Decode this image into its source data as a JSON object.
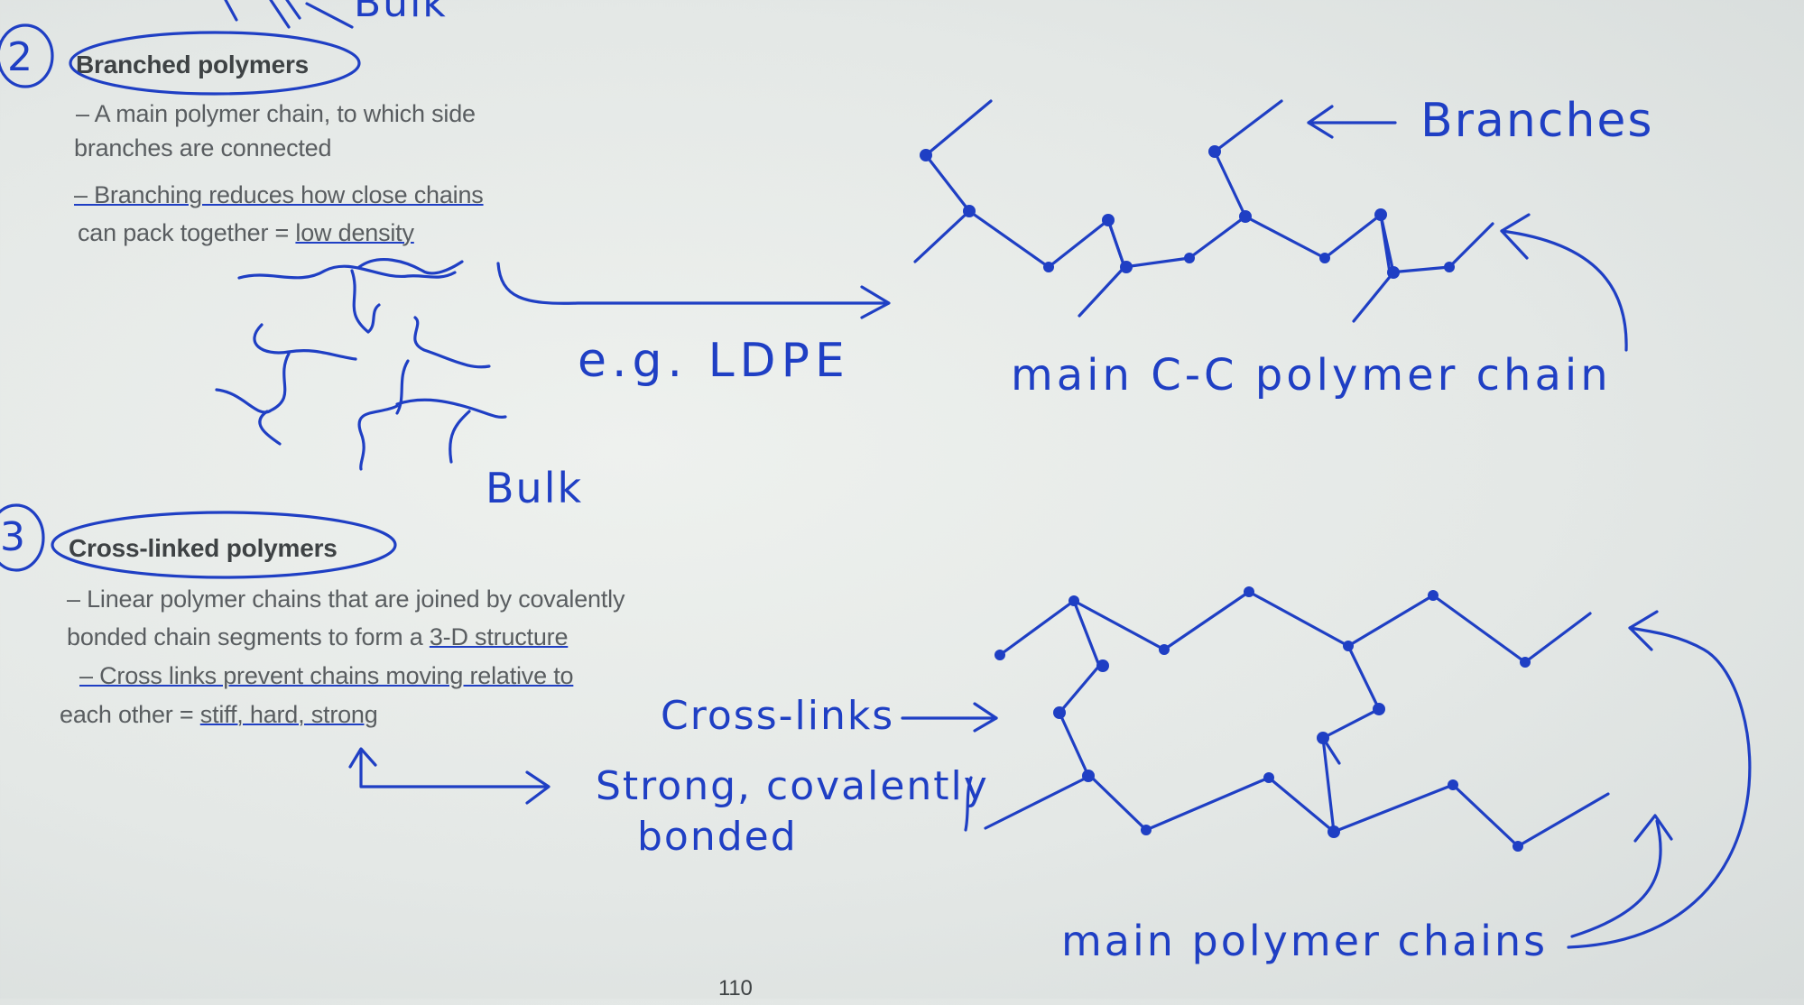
{
  "top_partial": {
    "bulk_label": "Bulk"
  },
  "section2": {
    "number": "2",
    "heading": "Branched polymers",
    "line1": "– A main polymer chain, to which side",
    "line2": "branches are connected",
    "line3": "– Branching reduces how close chains",
    "line4_prefix": "can pack together = ",
    "line4_emph": "low density",
    "example": "e.g. LDPE",
    "bulk_label": "Bulk",
    "branches_label": "Branches",
    "chain_label": "main C-C polymer chain"
  },
  "section3": {
    "number": "3",
    "heading": "Cross-linked polymers",
    "line1": "– Linear polymer chains that are joined by covalently",
    "line2_prefix": "bonded chain segments to form a ",
    "line2_emph": "3-D structure",
    "line3": "– Cross links prevent chains moving relative to",
    "line4_prefix": "each other = ",
    "line4_emph": "stiff, hard, strong",
    "crosslinks_label": "Cross-links",
    "strong_label_line1": "Strong, covalently",
    "strong_label_line2": "bonded",
    "main_chains_label": "main polymer chains"
  },
  "page_number": "110",
  "colors": {
    "ink_blue": "#1f3fc4",
    "print_gray": "#595d60",
    "paper": "#e6eae8"
  }
}
